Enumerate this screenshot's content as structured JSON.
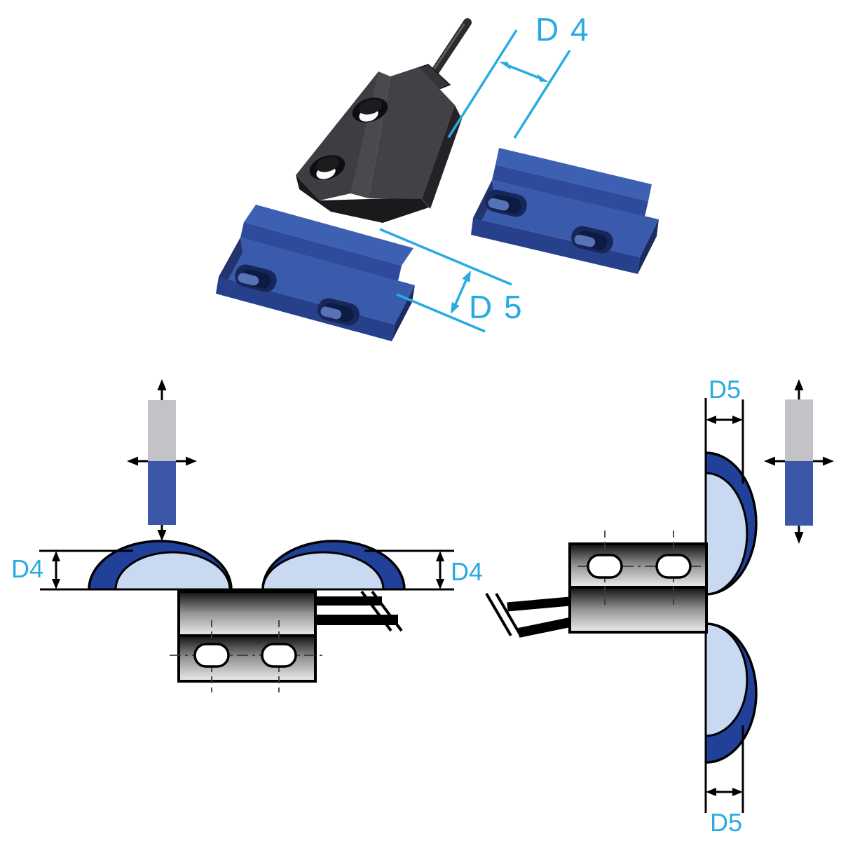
{
  "illustration": {
    "iso_view": {
      "d4_label": "D 4",
      "d5_label": "D 5"
    },
    "side_view": {
      "d4_left_label": "D4",
      "d4_right_label": "D4"
    },
    "end_view": {
      "d5_top_label": "D5",
      "d5_bottom_label": "D5"
    },
    "colors": {
      "dimension_cyan": "#29abe2",
      "sensing_zone_dark_blue": "#20409a",
      "sensing_zone_light_blue": "#c9d9f1",
      "magnet_blue": "#3c57a8",
      "magnet_gray": "#c3c3c7",
      "block_blue_top": "#3d60b2",
      "sensor_body_dark": "#424246",
      "outline_black": "#000000"
    }
  }
}
